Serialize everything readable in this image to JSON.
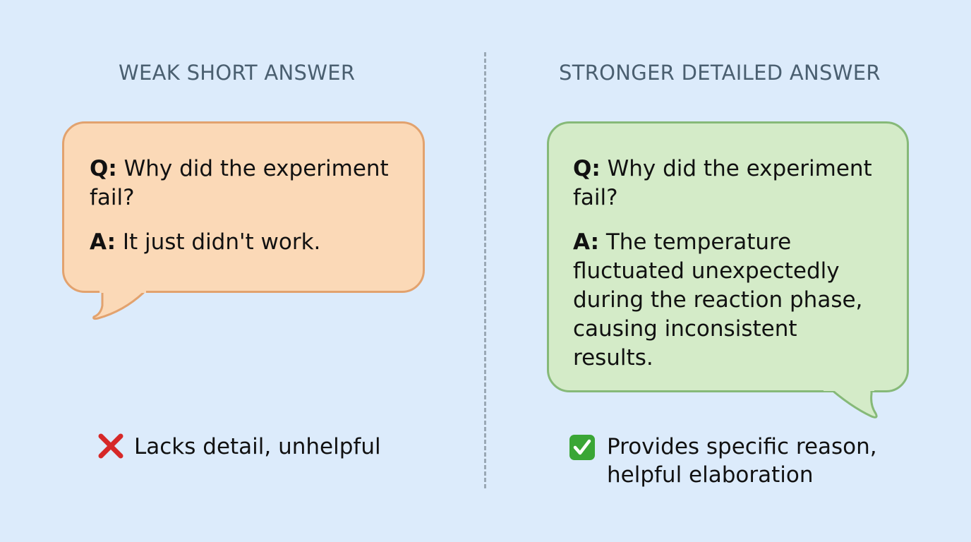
{
  "left": {
    "heading": "WEAK SHORT ANSWER",
    "question_label": "Q:",
    "question": " Why did the experiment fail?",
    "answer_label": "A:",
    "answer": " It just didn't work.",
    "verdict_icon": "cross-mark-icon",
    "verdict": "Lacks detail, unhelpful",
    "colors": {
      "fill": "#fbd9b7",
      "border": "#e2a26e",
      "icon": "#d62828"
    }
  },
  "right": {
    "heading": "STRONGER DETAILED ANSWER",
    "question_label": "Q:",
    "question": " Why did the experiment fail?",
    "answer_label": "A:",
    "answer": " The temperature fluctuated unexpectedly during the reaction phase, causing inconsistent results.",
    "verdict_icon": "check-mark-button-icon",
    "verdict_line1": "Provides specific reason,",
    "verdict_line2": "helpful elaboration",
    "colors": {
      "fill": "#d4ebc8",
      "border": "#86b978",
      "icon": "#3aa635"
    }
  }
}
